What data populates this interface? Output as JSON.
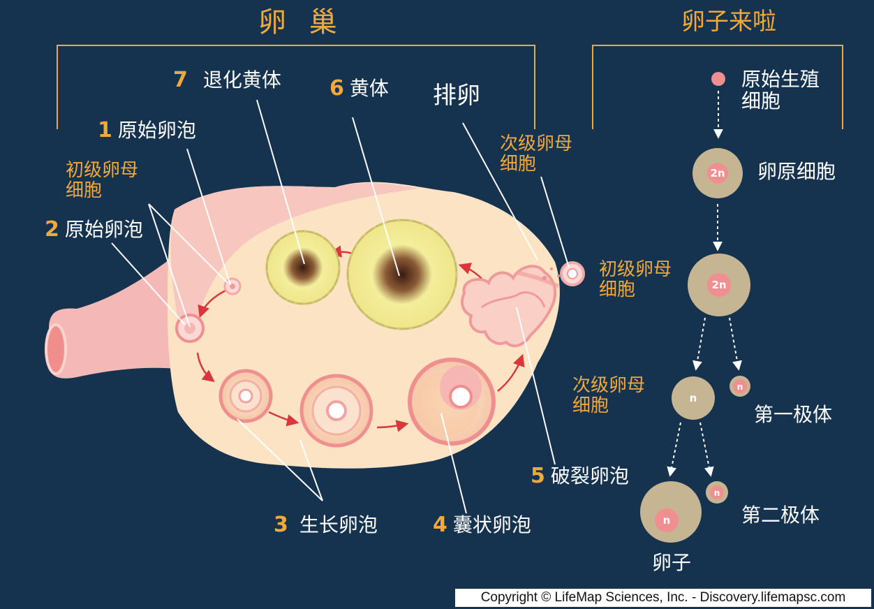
{
  "titles": {
    "ovary": "卵 巢",
    "egg_coming": "卵子来啦"
  },
  "ovary_labels": {
    "primordial_1": {
      "num": "1",
      "text": "原始卵泡"
    },
    "primary_oocyte": {
      "text": "初级卵母\n细胞"
    },
    "primordial_2": {
      "num": "2",
      "text": "原始卵泡"
    },
    "growing": {
      "num": "3",
      "text": "生长卵泡"
    },
    "vesicular": {
      "num": "4",
      "text": "囊状卵泡"
    },
    "ruptured": {
      "num": "5",
      "text": "破裂卵泡"
    },
    "corpus_luteum": {
      "num": "6",
      "text": "黄体"
    },
    "degenerating": {
      "num": "7",
      "text": "退化黄体"
    },
    "ovulation": {
      "text": "排卵"
    },
    "secondary_oocyte": {
      "text": "次级卵母\n细胞"
    }
  },
  "oogenesis": {
    "primordial_germ_cell": "原始生殖\n细胞",
    "oogonium": "卵原细胞",
    "oogonium_ploidy": "2n",
    "primary_oocyte": "初级卵母\n细胞",
    "primary_oocyte_ploidy": "2n",
    "secondary_oocyte": "次级卵母\n细胞",
    "secondary_oocyte_ploidy": "n",
    "first_polar_body": "第一极体",
    "first_polar_body_ploidy": "n",
    "second_polar_body": "第二极体",
    "second_polar_body_ploidy": "n",
    "ovum": "卵子",
    "ovum_ploidy": "n"
  },
  "colors": {
    "background": "#15324e",
    "accent_orange": "#f2a93b",
    "ovary_fill": "#fce3c4",
    "ovary_rim": "#f2a9a6",
    "corpus_luteum": "#f2ee9a",
    "cell_tan": "#c6b592",
    "cell_pink": "#ef8f8f"
  },
  "copyright": "Copyright © LifeMap Sciences, Inc. - Discovery.lifemapsc.com"
}
